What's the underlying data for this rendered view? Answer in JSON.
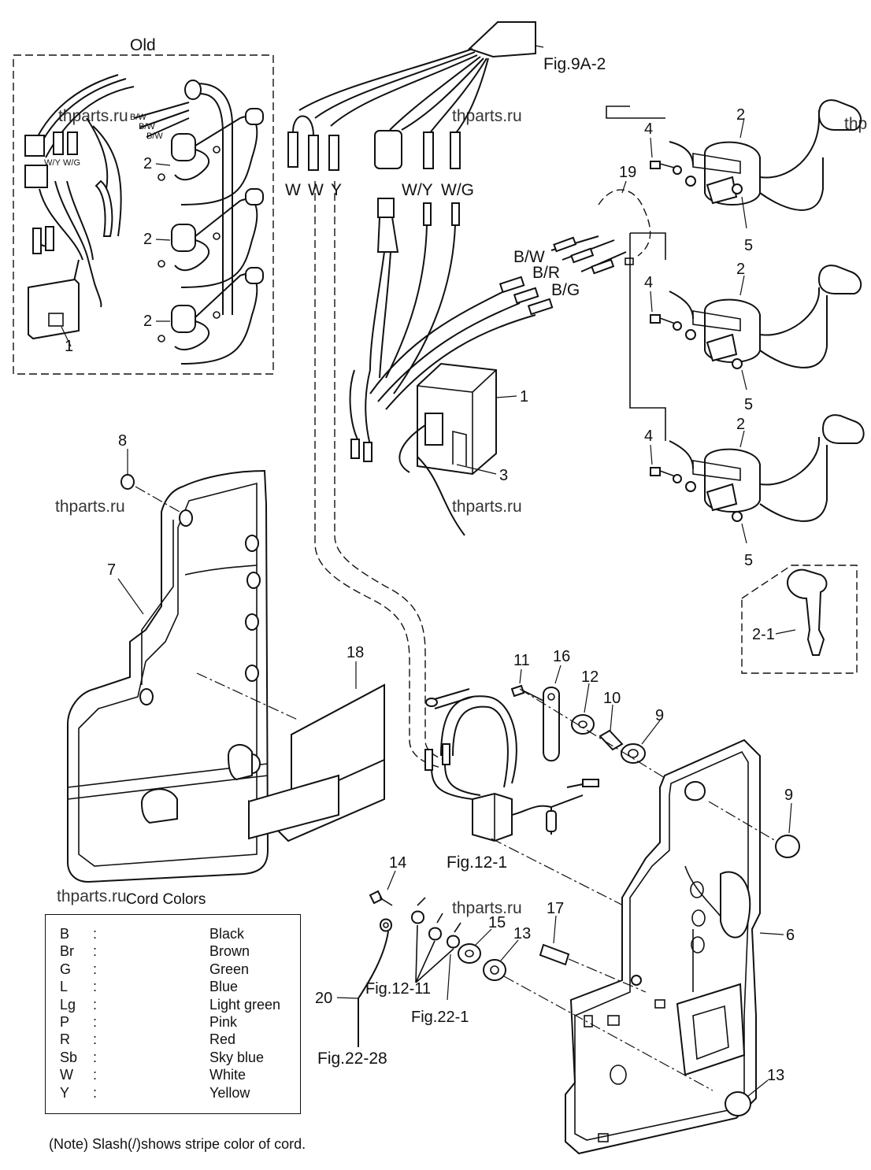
{
  "boxes": {
    "old_title": "Old"
  },
  "fig_refs": {
    "fig_9a_2": "Fig.9A-2",
    "fig_12_1": "Fig.12-1",
    "fig_12_11": "Fig.12-11",
    "fig_22_1": "Fig.22-1",
    "fig_22_28": "Fig.22-28"
  },
  "wire_labels": {
    "w1": "W",
    "w2": "W",
    "y": "Y",
    "wy": "W/Y",
    "wg": "W/G",
    "bw": "B/W",
    "br": "B/R",
    "bg": "B/G",
    "old_bw1": "B/W",
    "old_bw2": "B/W",
    "old_bw3": "B/W",
    "old_wy": "W/Y",
    "old_wg": "W/G"
  },
  "callouts": {
    "old_2a": "2",
    "old_2b": "2",
    "old_2c": "2",
    "old_1": "1",
    "c2a": "2",
    "c2b": "2",
    "c2c": "2",
    "c4a": "4",
    "c4b": "4",
    "c4c": "4",
    "c5a": "5",
    "c5b": "5",
    "c5c": "5",
    "c19": "19",
    "c1": "1",
    "c3": "3",
    "c2_1": "2-1",
    "c8": "8",
    "c7": "7",
    "c18": "18",
    "c11": "11",
    "c16": "16",
    "c12": "12",
    "c10": "10",
    "c9a": "9",
    "c9b": "9",
    "c6": "6",
    "c14": "14",
    "c15": "15",
    "c13a": "13",
    "c17": "17",
    "c13b": "13",
    "c20": "20"
  },
  "watermarks": {
    "wm1": "thparts.ru",
    "wm2": "thparts.ru",
    "wm3": "thp",
    "wm4": "thparts.ru",
    "wm5": "thparts.ru",
    "wm6": "thparts.ru",
    "wm7": "thparts.ru"
  },
  "legend": {
    "title": "Cord Colors",
    "separator": ":",
    "rows": [
      {
        "code": "B",
        "name": "Black"
      },
      {
        "code": "Br",
        "name": "Brown"
      },
      {
        "code": "G",
        "name": "Green"
      },
      {
        "code": "L",
        "name": "Blue"
      },
      {
        "code": "Lg",
        "name": "Light green"
      },
      {
        "code": "P",
        "name": "Pink"
      },
      {
        "code": "R",
        "name": "Red"
      },
      {
        "code": "Sb",
        "name": "Sky blue"
      },
      {
        "code": "W",
        "name": "White"
      },
      {
        "code": "Y",
        "name": "Yellow"
      }
    ]
  },
  "note": "(Note) Slash(/)shows stripe color of cord."
}
